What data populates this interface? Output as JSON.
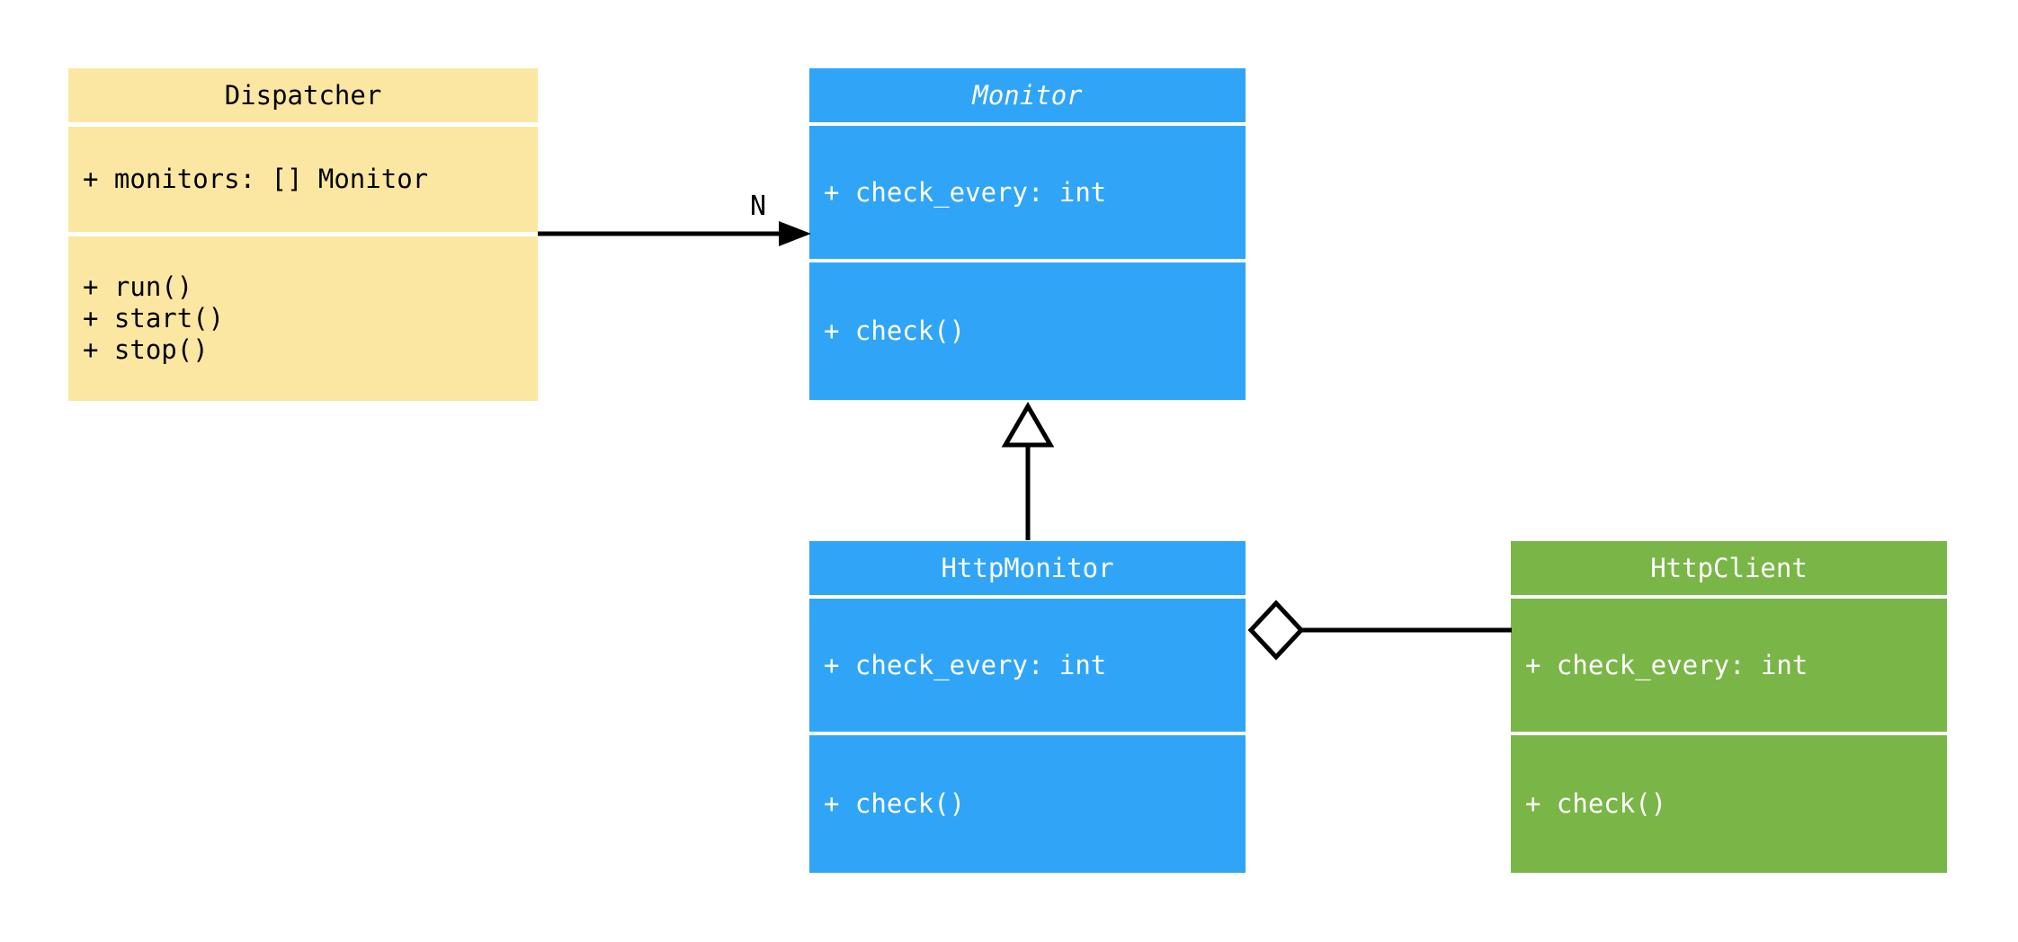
{
  "diagram": {
    "type": "uml-class-diagram",
    "background": "#ffffff",
    "connector_color": "#000000",
    "connector_fill": "#ffffff"
  },
  "classes": [
    {
      "name": "Dispatcher",
      "abstract": false,
      "fill": "#FBE7A2",
      "text_color": "#000000",
      "attributes": [
        "+ monitors: [] Monitor"
      ],
      "methods": [
        "+ run()",
        "+ start()",
        "+ stop()"
      ]
    },
    {
      "name": "Monitor",
      "abstract": true,
      "fill": "#30A5F7",
      "text_color": "#ffffff",
      "attributes": [
        "+ check_every: int"
      ],
      "methods": [
        "+ check()"
      ]
    },
    {
      "name": "HttpMonitor",
      "abstract": false,
      "fill": "#30A5F7",
      "text_color": "#ffffff",
      "attributes": [
        "+ check_every: int"
      ],
      "methods": [
        "+ check()"
      ]
    },
    {
      "name": "HttpClient",
      "abstract": false,
      "fill": "#7AB647",
      "text_color": "#ffffff",
      "attributes": [
        "+ check_every: int"
      ],
      "methods": [
        "+ check()"
      ]
    }
  ],
  "relationships": [
    {
      "type": "association",
      "from": "Dispatcher",
      "to": "Monitor",
      "label": "N"
    },
    {
      "type": "generalization",
      "from": "HttpMonitor",
      "to": "Monitor",
      "label": ""
    },
    {
      "type": "aggregation",
      "from": "HttpMonitor",
      "to": "HttpClient",
      "label": ""
    }
  ]
}
